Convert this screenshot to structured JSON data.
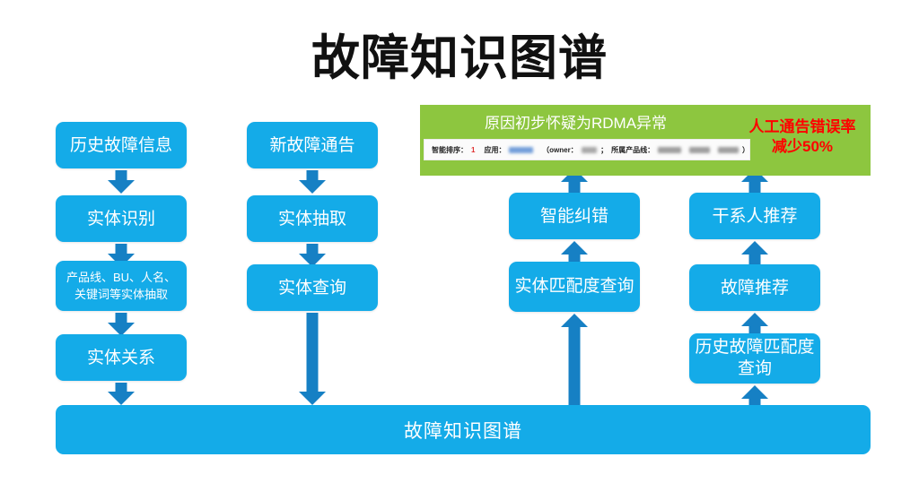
{
  "page": {
    "title": "故障知识图谱",
    "background": "#ffffff",
    "box_color": "#14ABE8",
    "arrow_color": "#1680C4",
    "panel_color": "#8DC63F",
    "highlight_color": "#FF0000"
  },
  "flow": {
    "column1": [
      {
        "label": "历史故障信息"
      },
      {
        "label": "实体识别"
      },
      {
        "label": "产品线、BU、人名、\n关键词等实体抽取"
      },
      {
        "label": "实体关系"
      }
    ],
    "column2": [
      {
        "label": "新故障通告"
      },
      {
        "label": "实体抽取"
      },
      {
        "label": "实体查询"
      }
    ],
    "column3": [
      {
        "label": "智能纠错"
      },
      {
        "label": "实体匹配度查询"
      }
    ],
    "column4": [
      {
        "label": "干系人推荐"
      },
      {
        "label": "故障推荐"
      },
      {
        "label": "历史故障匹配度查询"
      }
    ],
    "base": {
      "label": "故障知识图谱"
    }
  },
  "result_panel": {
    "caption": "原因初步怀疑为RDMA异常",
    "record": {
      "rank_label": "智能排序：",
      "rank_value": "1",
      "app_label": "应用：",
      "owner_label": "（owner：",
      "product_line_label": "所属产品线：",
      "separator": "；",
      "closing": "）"
    },
    "highlight": {
      "line1": "人工通告错误率",
      "line2": "减少50%"
    }
  }
}
